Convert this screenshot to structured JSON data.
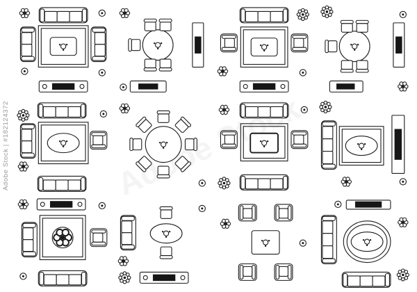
{
  "watermark": {
    "side_text": "Adobe Stock | #182124372",
    "diagonal_text": "Adobe Stock"
  },
  "palette": {
    "line": "#1b1b1b",
    "dark_fill": "#161616",
    "background": "#ffffff",
    "watermark_gray": "#9a9a9a"
  },
  "plans": [
    {
      "name": "living-room-sofa-set-rug-coffee-table-tv-stand"
    },
    {
      "name": "round-dining-table-five-chairs-sideboard-tv-cabinet"
    },
    {
      "name": "living-room-sofa-two-armchairs-rug-coffee-table-tv-stand"
    },
    {
      "name": "round-dining-table-five-chairs-sideboard-tv-cabinet-plants"
    },
    {
      "name": "living-room-two-sofas-loveseat-armchair-oval-coffee-table"
    },
    {
      "name": "round-dining-table-eight-chairs"
    },
    {
      "name": "living-room-two-sofas-two-armchairs-square-table-on-rug"
    },
    {
      "name": "living-room-sofa-oval-table-on-rug-tall-cabinet"
    },
    {
      "name": "living-room-tv-stand-round-table-on-square-rug-sofas"
    },
    {
      "name": "oval-dining-table-two-chairs-loveseat-tv-stand"
    },
    {
      "name": "square-table-with-four-armchairs"
    },
    {
      "name": "living-room-tv-oval-rug-oval-table-two-sofas"
    }
  ]
}
